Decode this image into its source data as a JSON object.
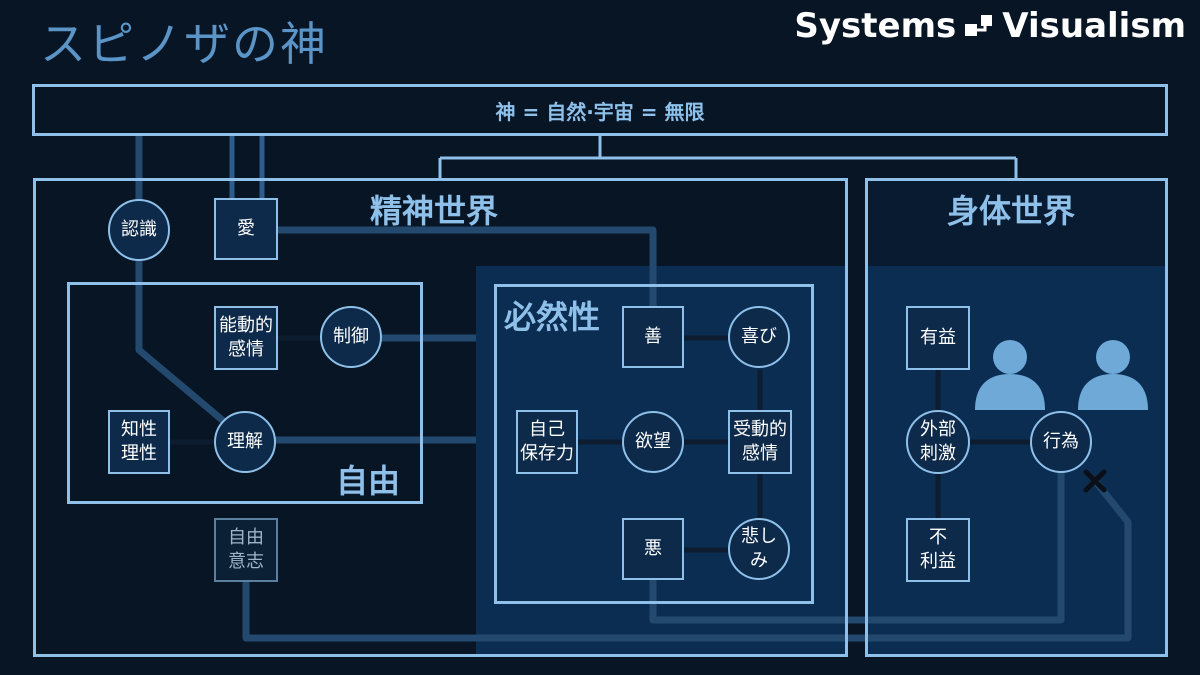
{
  "header": {
    "title": "スピノザの神",
    "brand": "Systems Visualism",
    "brand_first": "Systems",
    "brand_second": "Visualism"
  },
  "top_bar": {
    "label": "神 = 自然·宇宙 = 無限"
  },
  "regions": {
    "mental_world": "精神世界",
    "physical_world": "身体世界",
    "necessity": "必然性",
    "freedom": "自由"
  },
  "nodes": {
    "recognition": "認識",
    "love": "愛",
    "active_emotion": "能動的\n感情",
    "control": "制御",
    "intellect_reason": "知性\n理性",
    "understanding": "理解",
    "free_will": "自由\n意志",
    "good": "善",
    "joy": "喜び",
    "self_preservation": "自己\n保存力",
    "desire": "欲望",
    "passive_emotion": "受動的\n感情",
    "evil": "悪",
    "sadness": "悲し\nみ",
    "beneficial": "有益",
    "external_stimulus": "外部\n刺激",
    "action": "行為",
    "harmful": "不\n利益"
  },
  "colors": {
    "background": "#071525",
    "line": "#8ec0ea",
    "node_fill": "#0d2a4a",
    "panel_fill": "#0c2d52",
    "path": "#23496e",
    "person": "#6fa9d8",
    "title": "#5b95c8"
  }
}
